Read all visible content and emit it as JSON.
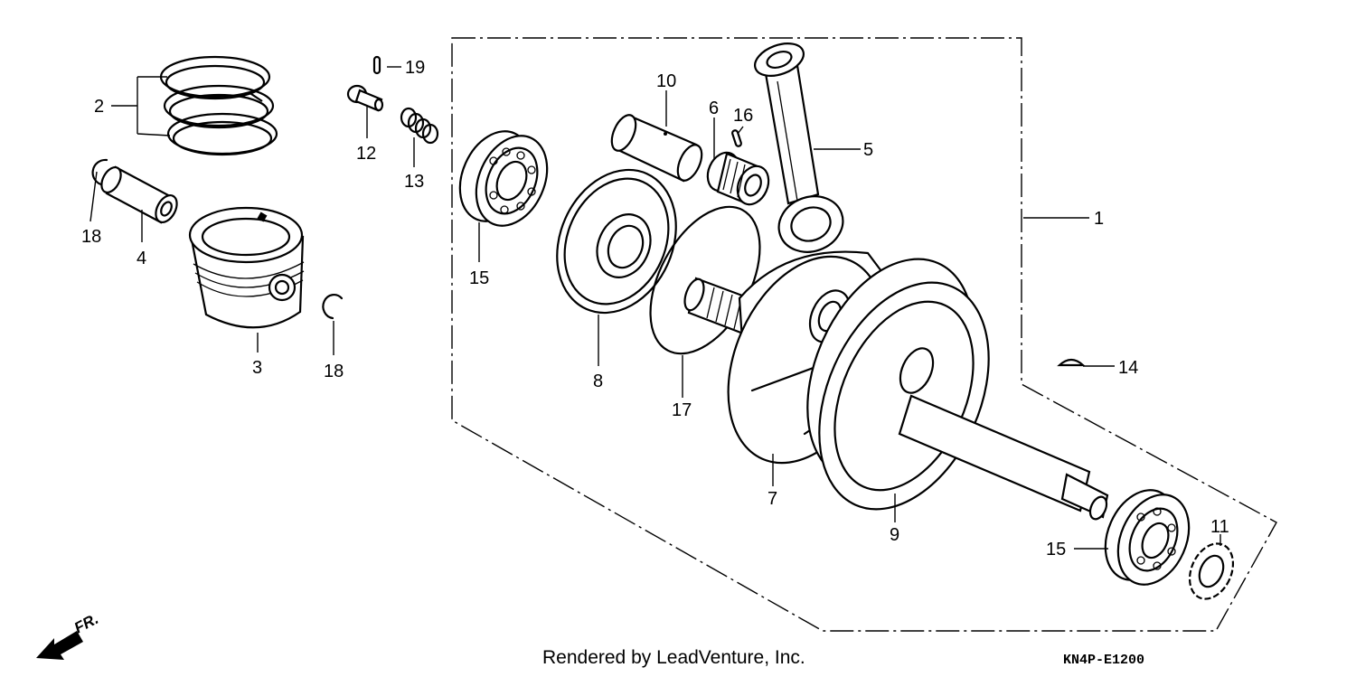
{
  "diagram": {
    "labels": {
      "p1": "1",
      "p2": "2",
      "p3": "3",
      "p4": "4",
      "p5": "5",
      "p6": "6",
      "p7": "7",
      "p8": "8",
      "p9": "9",
      "p10": "10",
      "p11": "11",
      "p12": "12",
      "p13": "13",
      "p14": "14",
      "p15a": "15",
      "p15b": "15",
      "p16": "16",
      "p17": "17",
      "p18a": "18",
      "p18b": "18",
      "p19": "19"
    },
    "front_marker": "FR."
  },
  "footer": {
    "credit": "Rendered by LeadVenture, Inc.",
    "code": "KN4P-E1200"
  }
}
